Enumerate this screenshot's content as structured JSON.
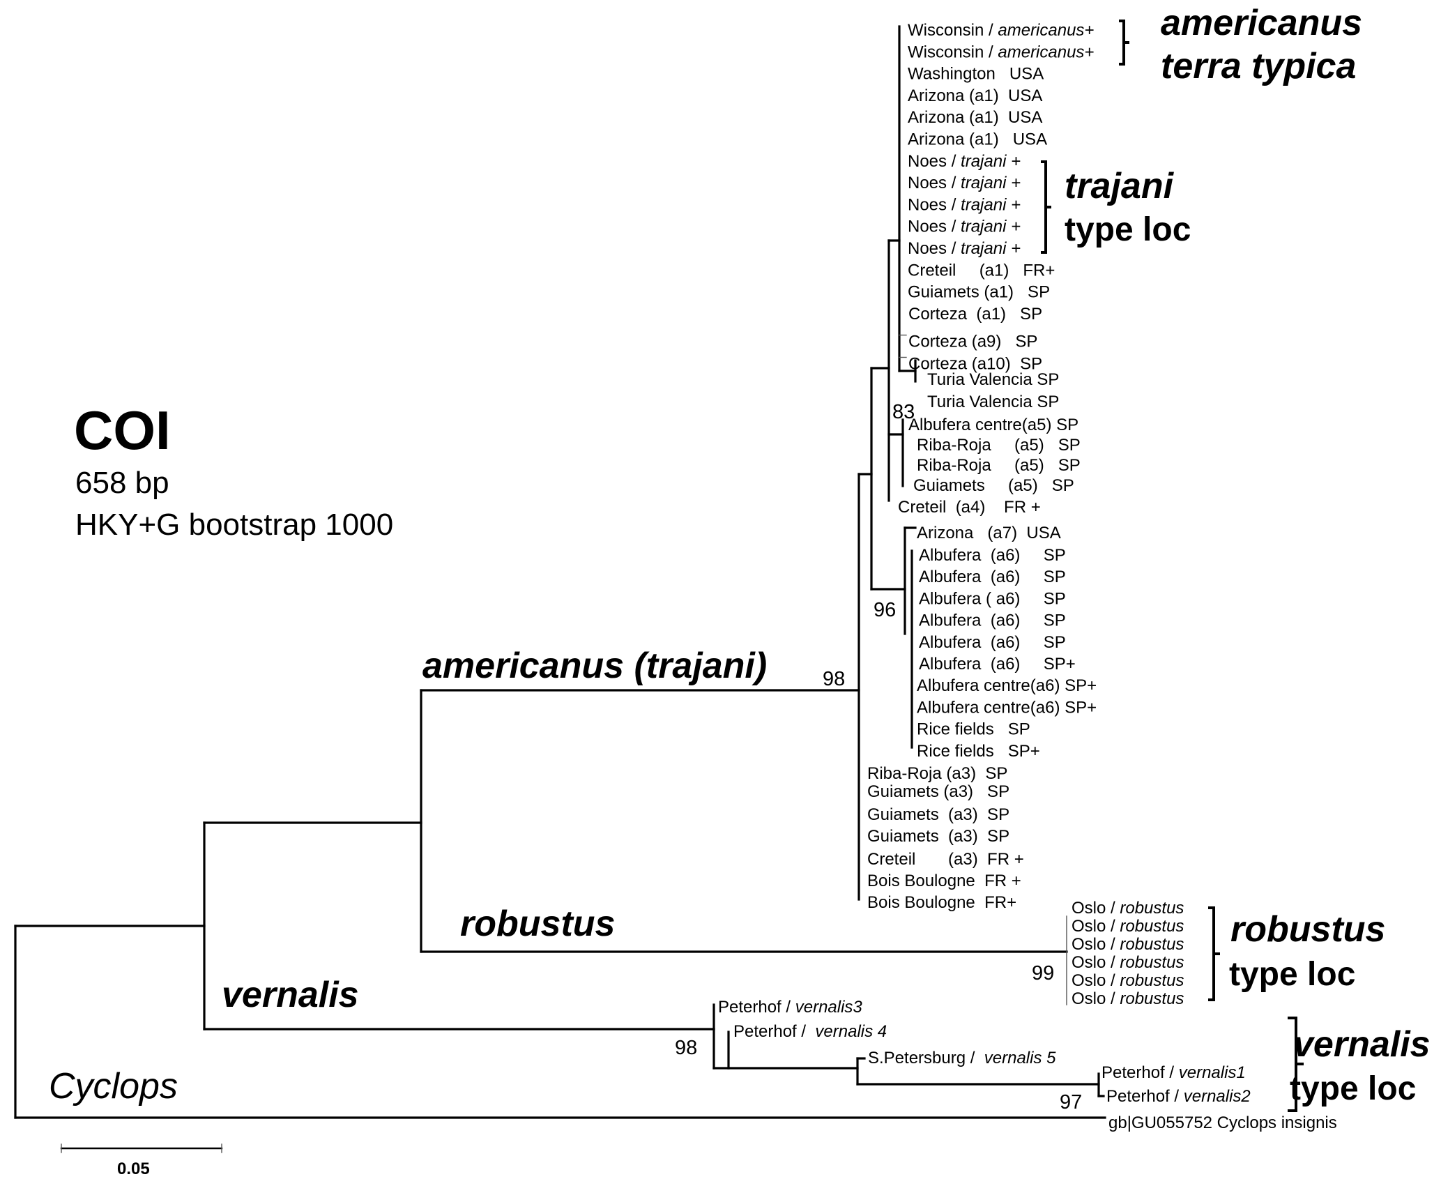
{
  "figure": {
    "title": "COI",
    "length": "658 bp",
    "method": "HKY+G bootstrap 1000"
  },
  "scale_bar": {
    "label": "0.05",
    "value": 0.05
  },
  "clade_labels": {
    "americanus": "americanus (trajani)",
    "robustus": "robustus",
    "vernalis": "vernalis",
    "cyclops": "Cyclops"
  },
  "type_labels": {
    "americanus": [
      "americanus",
      "terra typica"
    ],
    "trajani": [
      "trajani",
      "type loc"
    ],
    "robustus": [
      "robustus",
      "type loc"
    ],
    "vernalis": [
      "vernalis",
      "type loc"
    ]
  },
  "bootstrap": {
    "americanus": "98",
    "node83": "83",
    "node96": "96",
    "robustus": "99",
    "vernalis": "98",
    "vernalis12": "97"
  },
  "leaves": {
    "group_a": [
      {
        "loc": "Wisconsin / ",
        "sp": "americanus+"
      },
      {
        "loc": "Wisconsin / ",
        "sp": "americanus+"
      },
      {
        "loc": "Washington   USA",
        "sp": ""
      },
      {
        "loc": "Arizona (a1)  USA",
        "sp": ""
      },
      {
        "loc": "Arizona (a1)  USA",
        "sp": ""
      },
      {
        "loc": "Arizona (a1)   USA",
        "sp": ""
      },
      {
        "loc": "Noes / ",
        "sp": "trajani +"
      },
      {
        "loc": "Noes / ",
        "sp": "trajani +"
      },
      {
        "loc": "Noes / ",
        "sp": "trajani +"
      },
      {
        "loc": "Noes / ",
        "sp": "trajani +"
      },
      {
        "loc": "Noes / ",
        "sp": "trajani +"
      },
      {
        "loc": "Creteil     (a1)   FR+",
        "sp": ""
      },
      {
        "loc": "Guiamets (a1)   SP",
        "sp": ""
      },
      {
        "loc": "Corteza  (a1)   SP",
        "sp": ""
      },
      {
        "loc": "Corteza (a9)   SP",
        "sp": ""
      },
      {
        "loc": "Corteza (a10)  SP",
        "sp": ""
      }
    ],
    "turia": [
      {
        "loc": "Turia Valencia SP",
        "sp": ""
      },
      {
        "loc": "Turia Valencia SP",
        "sp": ""
      }
    ],
    "a5": [
      {
        "loc": "Albufera centre(a5) SP",
        "sp": ""
      },
      {
        "loc": "Riba-Roja     (a5)   SP",
        "sp": ""
      },
      {
        "loc": "Riba-Roja     (a5)   SP",
        "sp": ""
      },
      {
        "loc": "Guiamets     (a5)   SP",
        "sp": ""
      }
    ],
    "creteil_a4": {
      "loc": "Creteil  (a4)    FR +",
      "sp": ""
    },
    "arizona_a7": {
      "loc": "Arizona   (a7)  USA",
      "sp": ""
    },
    "a6": [
      {
        "loc": "Albufera  (a6)     SP",
        "sp": ""
      },
      {
        "loc": "Albufera  (a6)     SP",
        "sp": ""
      },
      {
        "loc": "Albufera ( a6)     SP",
        "sp": ""
      },
      {
        "loc": "Albufera  (a6)     SP",
        "sp": ""
      },
      {
        "loc": "Albufera  (a6)     SP",
        "sp": ""
      },
      {
        "loc": "Albufera  (a6)     SP+",
        "sp": ""
      },
      {
        "loc": "Albufera centre(a6) SP+",
        "sp": ""
      },
      {
        "loc": "Albufera centre(a6) SP+",
        "sp": ""
      },
      {
        "loc": "Rice fields   SP",
        "sp": ""
      },
      {
        "loc": "Rice fields   SP+",
        "sp": ""
      }
    ],
    "a3": [
      {
        "loc": "Riba-Roja (a3)  SP",
        "sp": ""
      },
      {
        "loc": "Guiamets (a3)   SP",
        "sp": ""
      },
      {
        "loc": "Guiamets  (a3)  SP",
        "sp": ""
      },
      {
        "loc": "Guiamets  (a3)  SP",
        "sp": ""
      },
      {
        "loc": "Creteil       (a3)  FR +",
        "sp": ""
      },
      {
        "loc": "Bois Boulogne  FR +",
        "sp": ""
      },
      {
        "loc": "Bois Boulogne  FR+",
        "sp": ""
      }
    ],
    "robustus": [
      {
        "loc": "Oslo / ",
        "sp": "robustus"
      },
      {
        "loc": "Oslo / ",
        "sp": "robustus"
      },
      {
        "loc": "Oslo / ",
        "sp": "robustus"
      },
      {
        "loc": "Oslo / ",
        "sp": "robustus"
      },
      {
        "loc": "Oslo / ",
        "sp": "robustus"
      },
      {
        "loc": "Oslo / ",
        "sp": "robustus"
      }
    ],
    "vernalis": [
      {
        "loc": "Peterhof / ",
        "sp": "vernalis3"
      },
      {
        "loc": "Peterhof /  ",
        "sp": "vernalis 4"
      },
      {
        "loc": "S.Petersburg /  ",
        "sp": "vernalis 5"
      },
      {
        "loc": "Peterhof / ",
        "sp": "vernalis1"
      },
      {
        "loc": "Peterhof / ",
        "sp": "vernalis2"
      }
    ],
    "outgroup": {
      "loc": "gb|GU055752 Cyclops insignis",
      "sp": ""
    }
  }
}
